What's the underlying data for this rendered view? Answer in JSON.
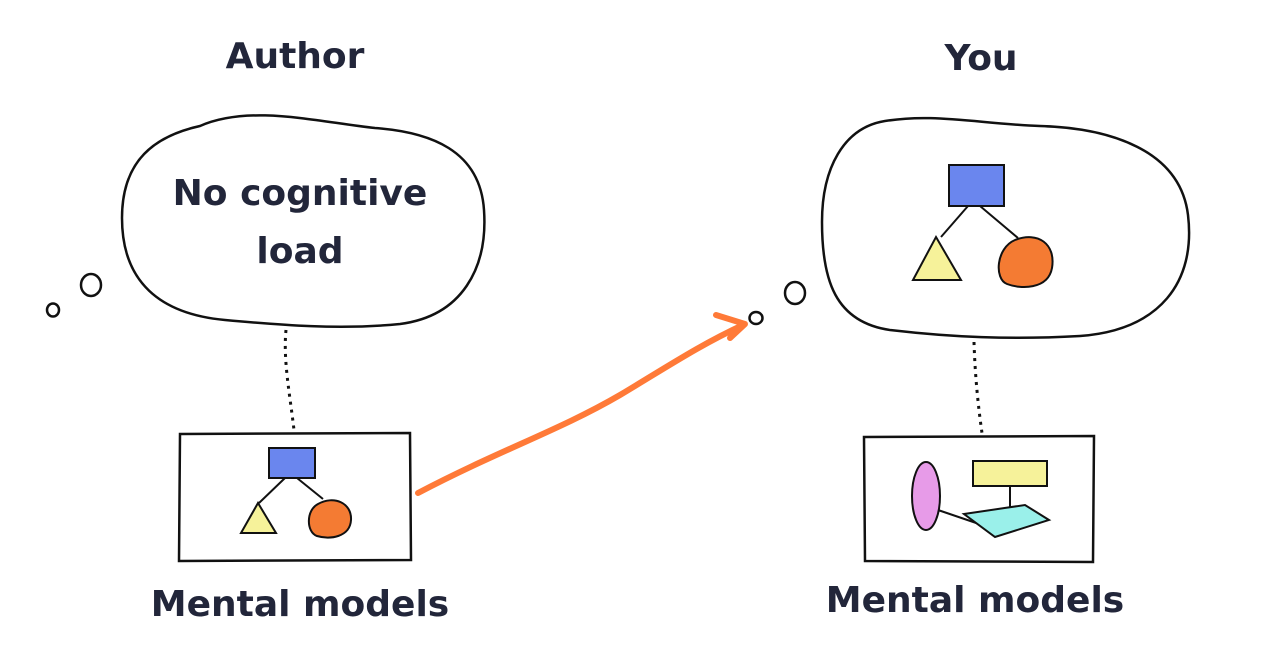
{
  "author": {
    "title": "Author",
    "thought": "No cognitive load",
    "caption": "Mental models"
  },
  "you": {
    "title": "You",
    "caption": "Mental models"
  },
  "colors": {
    "ink": "#111111",
    "text": "#22263a",
    "blue_node": "#6a86ee",
    "yellow_node": "#f6f29a",
    "orange_node": "#f47b33",
    "pink_node": "#e79be8",
    "cyan_node": "#9af0ea",
    "arrow": "#ff7a38"
  }
}
